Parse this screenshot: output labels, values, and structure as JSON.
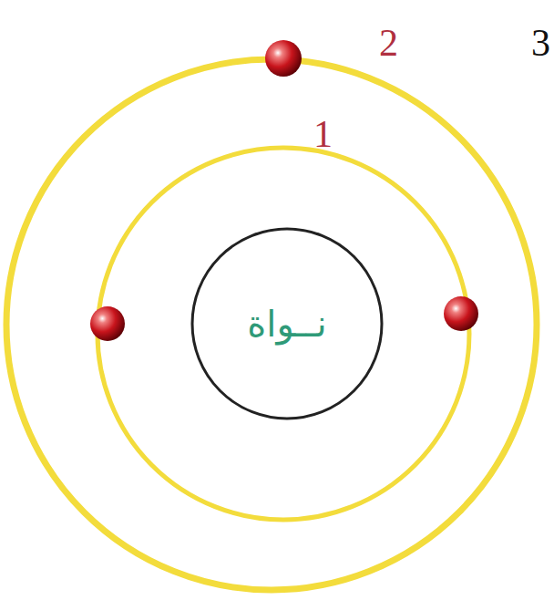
{
  "diagram": {
    "nodes": [
      {
        "text": [
          "نــواة"
        ]
      }
    ],
    "labels": [
      "2",
      "1",
      "3"
    ]
  }
}
